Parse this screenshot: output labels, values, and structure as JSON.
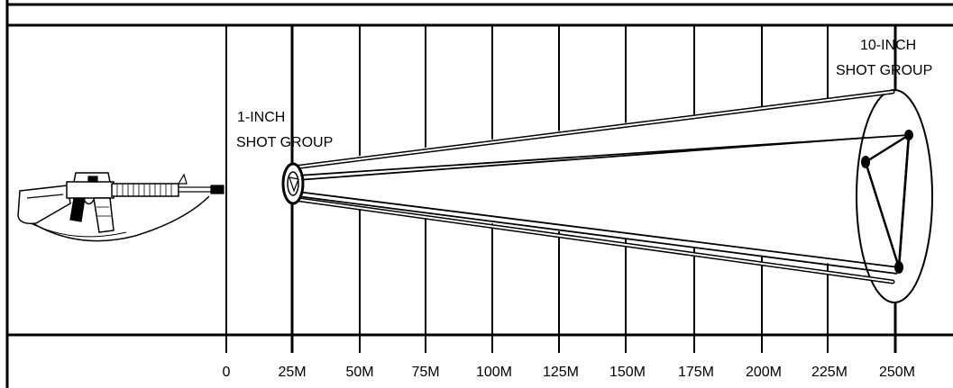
{
  "distance_axis": {
    "ticks": [
      "0",
      "25M",
      "50M",
      "75M",
      "100M",
      "125M",
      "150M",
      "175M",
      "200M",
      "225M",
      "250M"
    ]
  },
  "annotations": {
    "near_group": {
      "line1": "1-INCH",
      "line2": "SHOT GROUP"
    },
    "far_group": {
      "line1": "10-INCH",
      "line2": "SHOT GROUP"
    }
  },
  "icons": {
    "rifle": "rifle-icon"
  }
}
